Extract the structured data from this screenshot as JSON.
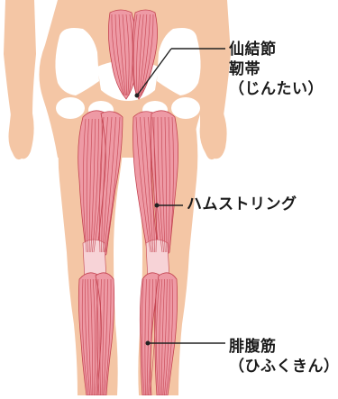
{
  "colors": {
    "skin": "#f4c6a5",
    "bone": "#ffffff",
    "muscle_fill": "#ee9aa5",
    "muscle_line": "#c3424f",
    "tendon": "#f7d3d7",
    "leader": "#222222",
    "label_text": "#1a1a1a"
  },
  "labels": {
    "sacrotuberous": {
      "line1": "仙結節",
      "line2": "靭帯",
      "line3": "（じんたい）"
    },
    "hamstrings": {
      "line1": "ハムストリング"
    },
    "gastrocnemius": {
      "line1": "腓腹筋",
      "line2": "（ひふくきん）"
    }
  }
}
